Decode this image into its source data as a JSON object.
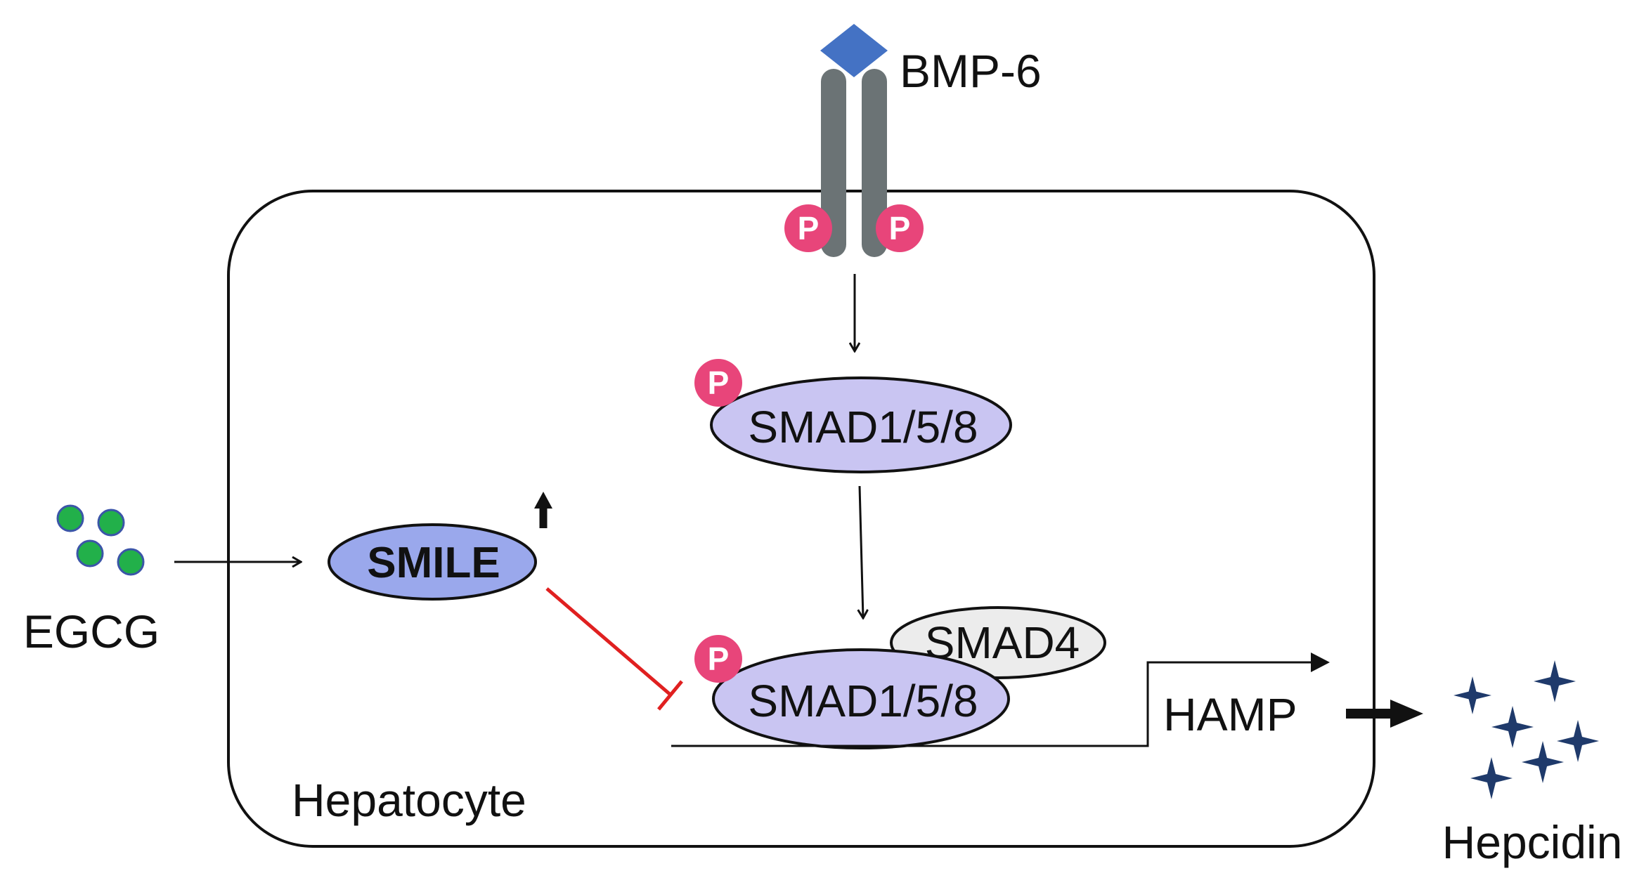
{
  "labels": {
    "ligand": "BMP-6",
    "egcg": "EGCG",
    "smile": "SMILE",
    "smad158_top": "SMAD1/5/8",
    "smad158_bottom": "SMAD1/5/8",
    "smad4": "SMAD4",
    "hamp": "HAMP",
    "hepatocyte": "Hepatocyte",
    "hepcidin": "Hepcidin",
    "phospho": "P"
  },
  "colors": {
    "receptor": "#6b7375",
    "ligand": "#4472c4",
    "phospho": "#e8457a",
    "smad158_fill": "#c9c5f2",
    "smile_fill": "#9aa8ec",
    "smad4_fill": "#ececec",
    "egcg_fill": "#22b04a",
    "egcg_stroke": "#3b55a8",
    "inhibit": "#e02020",
    "hepcidin": "#1f3a6b"
  },
  "icons": {
    "ligand": "diamond-icon",
    "egcg": "molecule-dots-icon",
    "hepcidin": "four-point-star-icon",
    "phospho": "phosphate-circle-icon"
  }
}
